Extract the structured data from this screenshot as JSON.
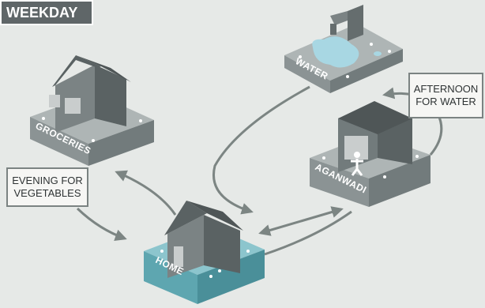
{
  "header": {
    "title": "WEEKDAY"
  },
  "locations": {
    "groceries": "GROCERIES",
    "water": "WATER",
    "aganwadi": "AGANWADI",
    "home": "HOME"
  },
  "callouts": {
    "evening": "EVENING FOR\nVEGETABLES",
    "afternoon": "AFTERNOON\nFOR WATER"
  },
  "colors": {
    "background": "#e6e9e7",
    "platform_gray": "#8b9394",
    "home_platform": "#5ea6b0",
    "building": "#656d6e",
    "water": "#a8d7e3",
    "arrow": "#7c8583"
  }
}
